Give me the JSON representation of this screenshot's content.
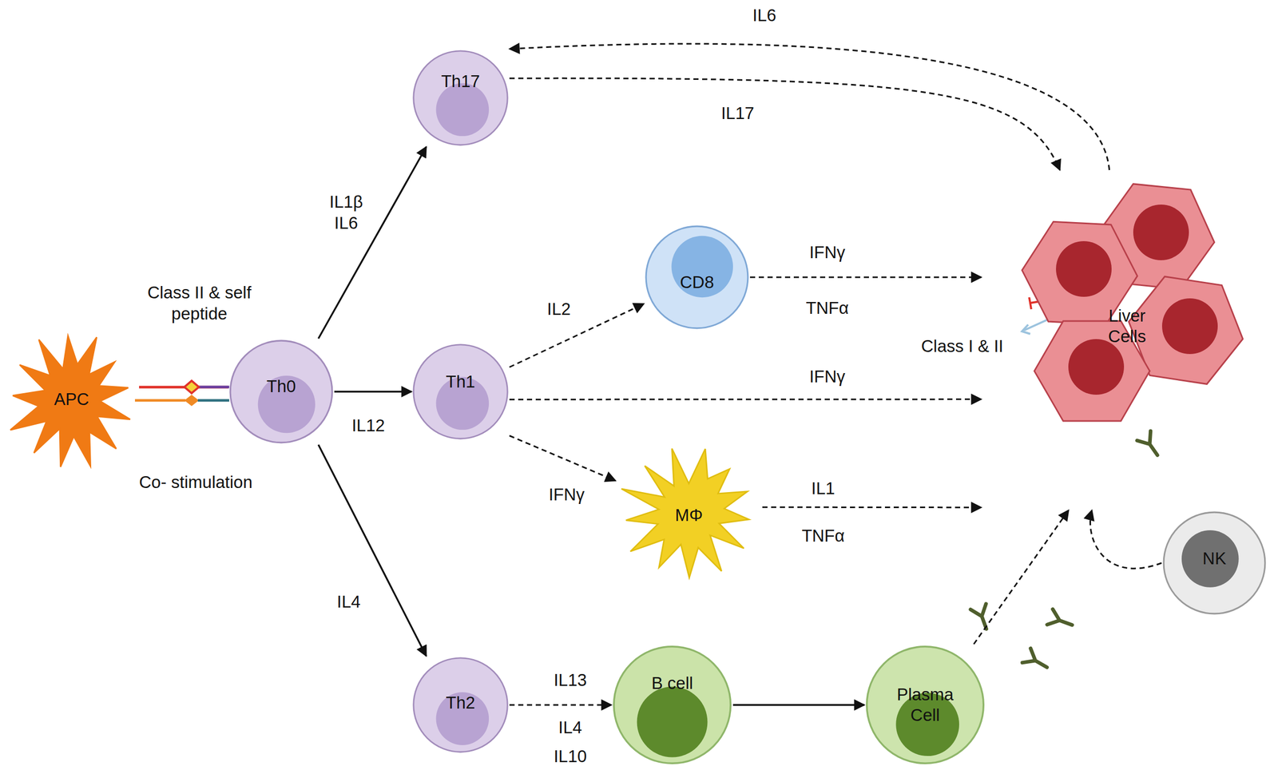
{
  "diagram": {
    "nodes": [
      {
        "text": [
          "APC"
        ]
      },
      {
        "text": [
          "Th0"
        ]
      },
      {
        "text": [
          "Th17"
        ]
      },
      {
        "text": [
          "Th1"
        ]
      },
      {
        "text": [
          "Th2"
        ]
      },
      {
        "text": [
          "CD8"
        ]
      },
      {
        "text": [
          "MΦ"
        ]
      },
      {
        "text": [
          "B cell"
        ]
      },
      {
        "text": [
          "Plasma Cell"
        ]
      },
      {
        "text": [
          "Liver Cells"
        ]
      },
      {
        "text": [
          "NK"
        ]
      }
    ],
    "edges": [
      {
        "from": 0,
        "to": 1,
        "arrow": "none"
      },
      {
        "from": 1,
        "to": 2,
        "label": "IL1β IL6",
        "arrow": "to"
      },
      {
        "from": 1,
        "to": 3,
        "label": "IL12",
        "arrow": "to"
      },
      {
        "from": 1,
        "to": 4,
        "label": "IL4",
        "arrow": "to"
      },
      {
        "from": 2,
        "to": 9,
        "label": "IL17",
        "arrow": "to"
      },
      {
        "from": 9,
        "to": 2,
        "label": "IL6",
        "arrow": "to"
      },
      {
        "from": 3,
        "to": 5,
        "label": "IL2",
        "arrow": "to"
      },
      {
        "from": 5,
        "to": 9,
        "label": "IFNγ",
        "arrow": "to"
      },
      {
        "from": 3,
        "to": 9,
        "label": "IFNγ",
        "arrow": "to"
      },
      {
        "from": 3,
        "to": 6,
        "label": "IFNγ",
        "arrow": "to"
      },
      {
        "from": 6,
        "to": 9,
        "label": "IL1",
        "arrow": "to"
      },
      {
        "from": 4,
        "to": 7,
        "label": "IL13",
        "arrow": "to"
      },
      {
        "from": 7,
        "to": 8,
        "arrow": "to"
      },
      {
        "from": 8,
        "to": 9,
        "arrow": "to"
      },
      {
        "from": 10,
        "to": 9,
        "arrow": "to"
      }
    ],
    "labels": [
      "Class II & self peptide",
      "Co- stimulation",
      "TNFα",
      "TNFα",
      "IL4",
      "IL10",
      "Class I & II"
    ]
  }
}
